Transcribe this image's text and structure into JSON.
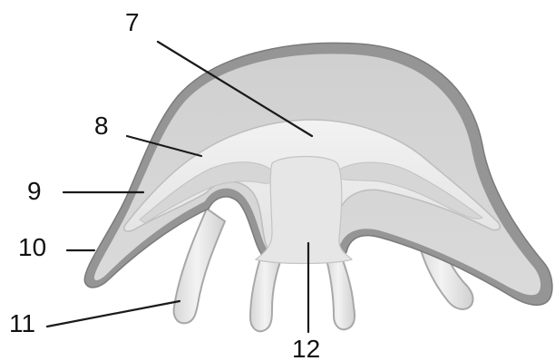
{
  "diagram": {
    "labels": {
      "l7": "7",
      "l8": "8",
      "l9": "9",
      "l10": "10",
      "l11": "11",
      "l12": "12"
    },
    "colors": {
      "outline": "#8f8f8f",
      "bell_inner": "#d3d3d3",
      "mesoglea": "#e9e9e9",
      "gastric": "#dcdcdc",
      "tentacle": "#e4e4e4",
      "label_text": "#111111"
    }
  }
}
